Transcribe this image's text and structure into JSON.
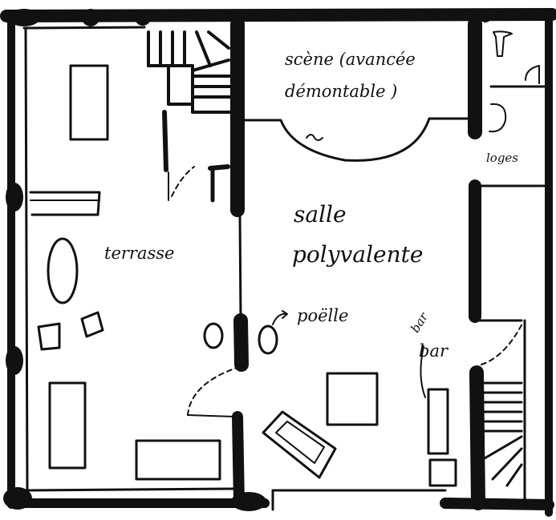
{
  "plan": {
    "labels": {
      "stage_line1": "scène (avancée",
      "stage_line2": "démontable )",
      "loges": "loges",
      "salle_line1": "salle",
      "salle_line2": "polyvalente",
      "terrasse": "terrasse",
      "poelle": "poëlle",
      "bar": "bar",
      "bar_scribble": "bar"
    },
    "colors": {
      "ink": "#111111",
      "paper": "#ffffff"
    }
  }
}
